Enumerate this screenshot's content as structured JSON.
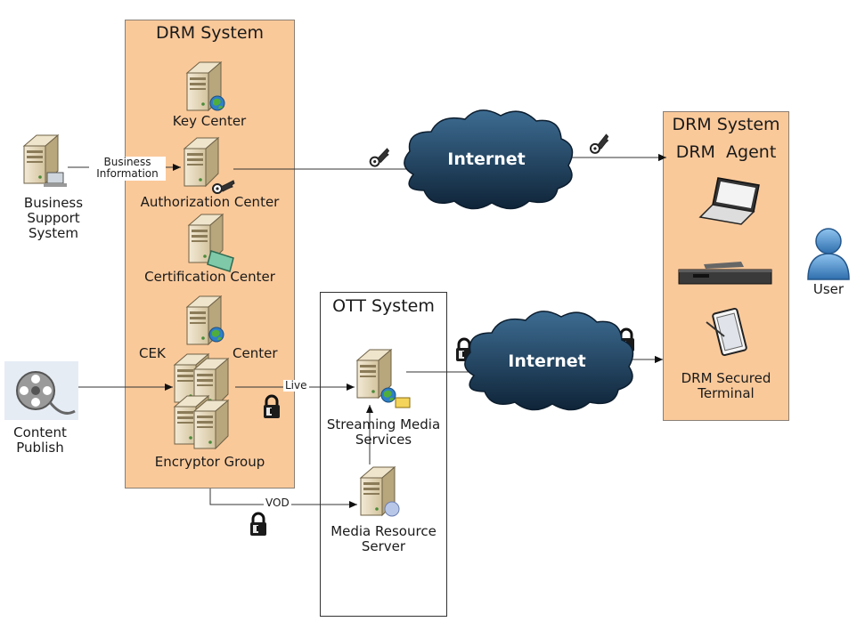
{
  "drm_system_left": {
    "title": "DRM System",
    "key_center": "Key Center",
    "authorization_center": "Authorization Center",
    "certification_center": "Certification Center",
    "cek_center_left": "CEK",
    "cek_center_right": "Center",
    "encryptor_group": "Encryptor Group"
  },
  "business_support": {
    "line1": "Business",
    "line2": "Support",
    "line3": "System",
    "edge_label_line1": "Business",
    "edge_label_line2": "Information"
  },
  "content_publish": {
    "line1": "Content",
    "line2": "Publish"
  },
  "ott_system": {
    "title": "OTT System",
    "streaming_line1": "Streaming Media",
    "streaming_line2": "Services",
    "media_line1": "Media Resource",
    "media_line2": "Server"
  },
  "edges": {
    "live": "Live",
    "vod": "VOD"
  },
  "internet": {
    "top": "Internet",
    "bottom": "Internet"
  },
  "drm_system_right": {
    "title": "DRM System",
    "agent": "DRM  Agent",
    "terminal_line1": "DRM Secured",
    "terminal_line2": "Terminal"
  },
  "user": {
    "label": "User"
  },
  "icons": [
    "server-icon",
    "globe-icon",
    "key-icon",
    "certificate-icon",
    "lock-icon",
    "film-reel-icon",
    "cloud-icon",
    "laptop-icon",
    "set-top-box-icon",
    "tablet-icon",
    "user-icon",
    "arrow-icon"
  ],
  "colors": {
    "drm_panel_fill": "#fac99a",
    "cloud_fill": "#1d3a57",
    "server_fill": "#ede0c4"
  }
}
